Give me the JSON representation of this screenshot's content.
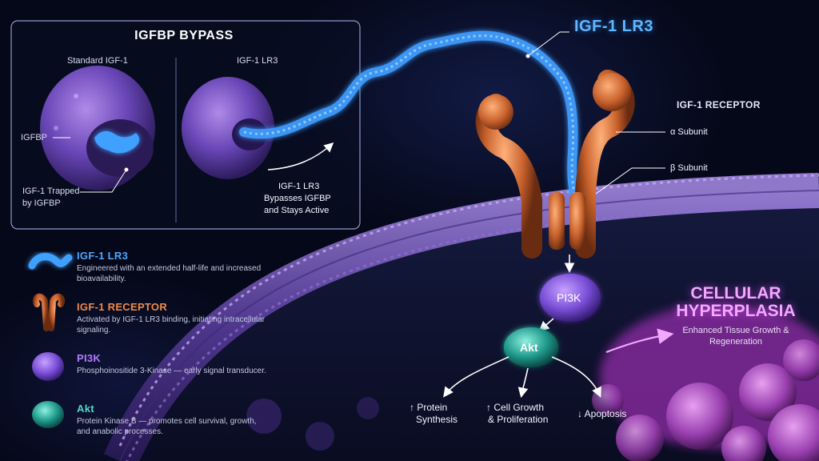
{
  "bypass_box": {
    "title": "IGFBP BYPASS",
    "standard_col_title": "Standard IGF-1",
    "lr3_col_title": "IGF-1 LR3",
    "igfbp_label": "IGFBP",
    "trapped_line1": "IGF-1 Trapped",
    "trapped_line2": "by IGFBP",
    "bypass_line1": "IGF-1 LR3",
    "bypass_line2": "Bypasses IGFBP",
    "bypass_line3": "and Stays Active"
  },
  "lr3_title": "IGF-1 LR3",
  "receptor": {
    "title": "IGF-1 RECEPTOR",
    "alpha": "α Subunit",
    "beta": "β Subunit"
  },
  "nodes": {
    "pi3k": "PI3K",
    "akt": "Akt"
  },
  "outcomes": {
    "protein_l1": "↑ Protein",
    "protein_l2": "Synthesis",
    "growth_l1": "↑ Cell Growth",
    "growth_l2": "& Proliferation",
    "apoptosis": "↓ Apoptosis"
  },
  "hyperplasia": {
    "title": "CELLULAR HYPERPLASIA",
    "subtitle": "Enhanced Tissue Growth & Regeneration"
  },
  "legend": [
    {
      "title": "IGF-1 LR3",
      "desc": "Engineered with an extended half-life and increased bioavailability.",
      "color": "#4fa6ff",
      "icon": "lr3-chain-icon"
    },
    {
      "title": "IGF-1 RECEPTOR",
      "desc": "Activated by IGF-1 LR3 binding, initiating intracellular signaling.",
      "color": "#f08a4b",
      "icon": "receptor-icon"
    },
    {
      "title": "PI3K",
      "desc": "Phosphoinositide 3-Kinase — early signal transducer.",
      "color": "#b07cff",
      "icon": "pi3k-blob-icon"
    },
    {
      "title": "Akt",
      "desc": "Protein Kinase B — promotes cell survival, growth, and anabolic processes.",
      "color": "#4fd8c4",
      "icon": "akt-blob-icon"
    }
  ],
  "colors": {
    "lr3": "#3fa0ff",
    "receptor": "#e07a3c",
    "pi3k": "#9a6cf0",
    "akt": "#2fb8a8",
    "membrane": "#7a5cc8",
    "hyperplasia": "#e08cff"
  }
}
